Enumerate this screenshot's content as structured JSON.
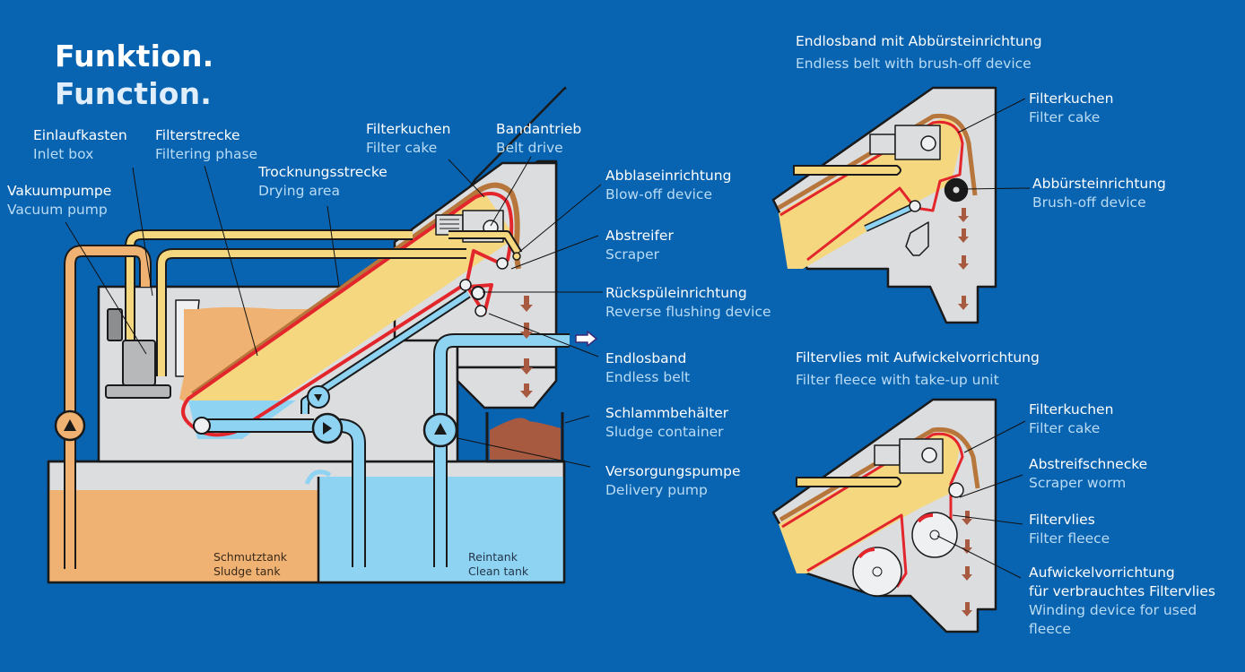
{
  "title": {
    "de": "Funktion.",
    "en": "Function."
  },
  "main_labels": {
    "inlet_box": {
      "de": "Einlaufkasten",
      "en": "Inlet box"
    },
    "filtering_phase": {
      "de": "Filterstrecke",
      "en": "Filtering phase"
    },
    "vacuum_pump": {
      "de": "Vakuumpumpe",
      "en": "Vacuum pump"
    },
    "drying_area": {
      "de": "Trocknungsstrecke",
      "en": "Drying area"
    },
    "filter_cake": {
      "de": "Filterkuchen",
      "en": "Filter cake"
    },
    "belt_drive": {
      "de": "Bandantrieb",
      "en": "Belt drive"
    },
    "blow_off": {
      "de": "Abblaseinrichtung",
      "en": "Blow-off device"
    },
    "scraper": {
      "de": "Abstreifer",
      "en": "Scraper"
    },
    "reverse_flushing": {
      "de": "Rückspüleinrichtung",
      "en": "Reverse flushing device"
    },
    "endless_belt": {
      "de": "Endlosband",
      "en": "Endless  belt"
    },
    "sludge_container": {
      "de": "Schlammbehälter",
      "en": "Sludge container"
    },
    "delivery_pump": {
      "de": "Versorgungspumpe",
      "en": "Delivery pump"
    },
    "sludge_tank": {
      "de": "Schmutztank",
      "en": "Sludge tank"
    },
    "clean_tank": {
      "de": "Reintank",
      "en": "Clean tank"
    }
  },
  "variant_brush": {
    "heading": {
      "de": "Endlosband mit Abbürsteinrichtung",
      "en": "Endless belt with brush-off device"
    },
    "filter_cake": {
      "de": "Filterkuchen",
      "en": "Filter cake"
    },
    "brush_off": {
      "de": "Abbürsteinrichtung",
      "en": "Brush-off device"
    }
  },
  "variant_fleece": {
    "heading": {
      "de": "Filtervlies mit Aufwickelvorrichtung",
      "en": "Filter fleece with take-up unit"
    },
    "filter_cake": {
      "de": "Filterkuchen",
      "en": "Filter cake"
    },
    "scraper_worm": {
      "de": "Abstreifschnecke",
      "en": "Scraper worm"
    },
    "filter_fleece": {
      "de": "Filtervlies",
      "en": "Filter fleece"
    },
    "winding": {
      "de1": "Aufwickelvorrichtung",
      "de2": "für verbrauchtes Filtervlies",
      "en1": "Winding device for used",
      "en2": "fleece"
    }
  },
  "colors": {
    "background": "#0863b1",
    "machine_gray": "#dcdddf",
    "sludge_orange": "#efb273",
    "vacuum_yellow": "#f5d77f",
    "clean_water": "#8fd3f3",
    "belt_red": "#e3262c",
    "filter_cake_brown": "#b7763b",
    "sludge_brown": "#a85a40"
  }
}
